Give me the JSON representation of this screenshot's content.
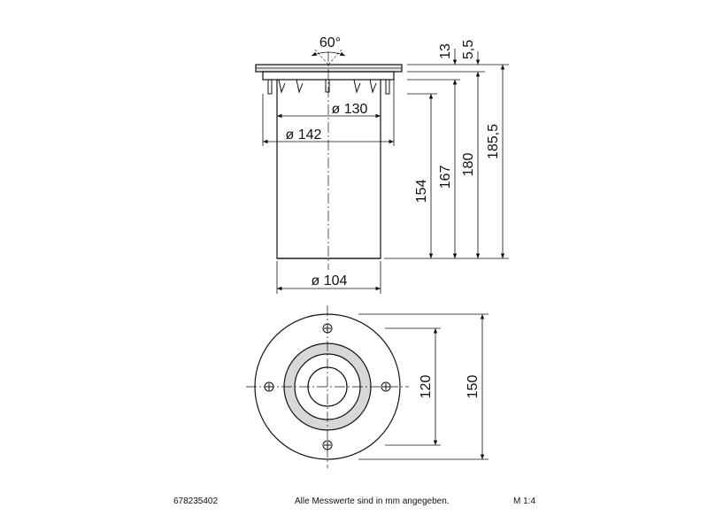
{
  "drawing": {
    "angle": "60°",
    "dim_13": "13",
    "dim_5_5": "5,5",
    "dim_185_5": "185,5",
    "dim_180": "180",
    "dim_167": "167",
    "dim_154": "154",
    "dia_130": "ø 130",
    "dia_142": "ø 142",
    "dia_104": "ø 104",
    "dim_120": "120",
    "dim_150": "150"
  },
  "footer": {
    "article_number": "678235402",
    "note": "Alle Messwerte sind in mm angegeben.",
    "scale": "M 1:4"
  }
}
